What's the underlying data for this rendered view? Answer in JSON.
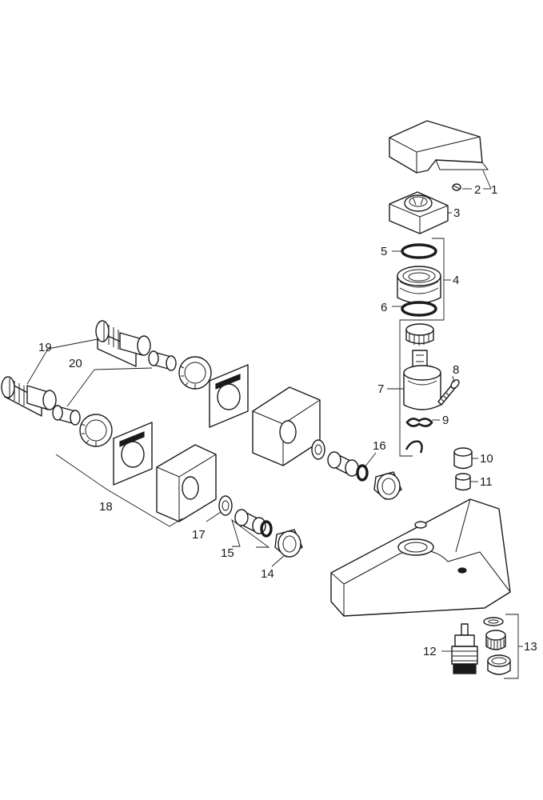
{
  "parts": [
    {
      "id": "1",
      "label": "1"
    },
    {
      "id": "2",
      "label": "2"
    },
    {
      "id": "3",
      "label": "3"
    },
    {
      "id": "4",
      "label": "4"
    },
    {
      "id": "5",
      "label": "5"
    },
    {
      "id": "6",
      "label": "6"
    },
    {
      "id": "7",
      "label": "7"
    },
    {
      "id": "8",
      "label": "8"
    },
    {
      "id": "9",
      "label": "9"
    },
    {
      "id": "10",
      "label": "10"
    },
    {
      "id": "11",
      "label": "11"
    },
    {
      "id": "12",
      "label": "12"
    },
    {
      "id": "13",
      "label": "13"
    },
    {
      "id": "14",
      "label": "14"
    },
    {
      "id": "15",
      "label": "15"
    },
    {
      "id": "16",
      "label": "16"
    },
    {
      "id": "17",
      "label": "17"
    },
    {
      "id": "18",
      "label": "18"
    },
    {
      "id": "19",
      "label": "19"
    },
    {
      "id": "20",
      "label": "20"
    }
  ]
}
